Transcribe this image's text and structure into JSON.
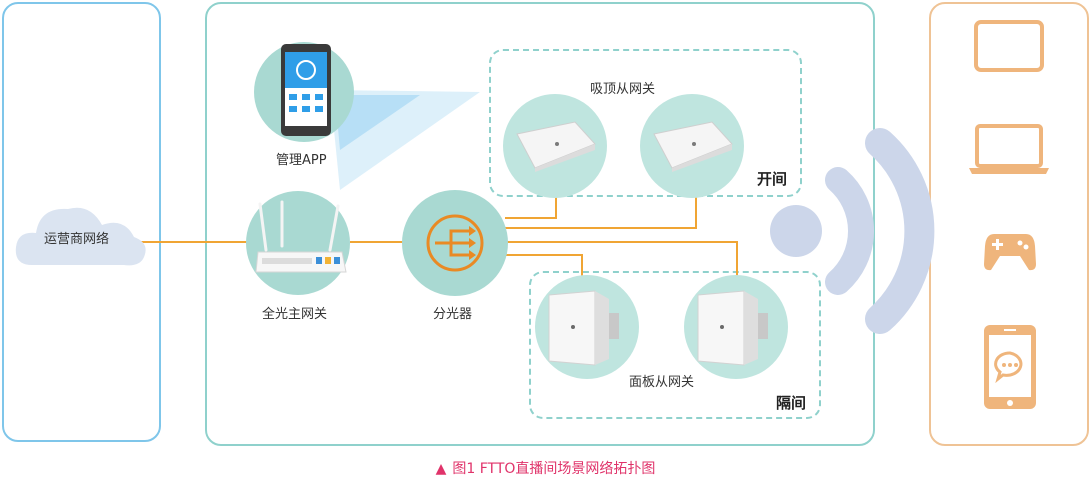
{
  "operator": {
    "cloud_label": "运营商网络"
  },
  "app": {
    "label": "管理APP"
  },
  "gateway": {
    "label": "全光主网关"
  },
  "splitter": {
    "label": "分光器"
  },
  "ceiling_group": {
    "label": "吸顶从网关",
    "area_label": "开间"
  },
  "panel_group": {
    "label": "面板从网关",
    "area_label": "隔间"
  },
  "devices": [
    "tablet-icon",
    "laptop-icon",
    "gamepad-icon",
    "smartphone-chat-icon"
  ],
  "caption": {
    "marker": "▲",
    "text": "图1  FTTO直播间场景网络拓扑图"
  },
  "colors": {
    "operator_border": "#7fc6ea",
    "center_border": "#8fd1cc",
    "device_border": "#efc395",
    "link_line": "#f0a534",
    "node_fill": "#a9d9d2",
    "wifi": "#ccd6ea",
    "device_icon": "#efb57c",
    "caption": "#e0336a"
  }
}
